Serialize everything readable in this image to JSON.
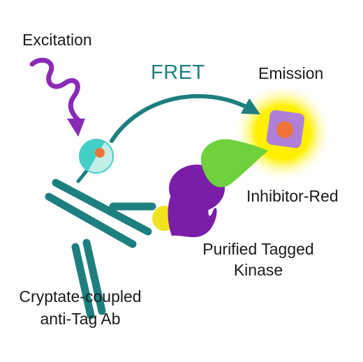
{
  "labels": {
    "excitation": "Excitation",
    "fret": "FRET",
    "emission": "Emission",
    "inhibitor": "Inhibitor-Red",
    "kinase_line1": "Purified Tagged",
    "kinase_line2": "Kinase",
    "antibody_line1": "Cryptate-coupled",
    "antibody_line2": "anti-Tag Ab"
  },
  "colors": {
    "teal": "#1e7f7f",
    "excitation_purple": "#8a2bb8",
    "kinase_purple": "#7a1ea8",
    "inhibitor_green": "#6fd13c",
    "tag_yellow": "#f0e21f",
    "emission_glow": "#ffee00",
    "acceptor_lavender": "#b07fd8",
    "core_orange": "#f0733a",
    "donor_cyan": "#44cfc6",
    "donor_light": "#c2eeea"
  }
}
